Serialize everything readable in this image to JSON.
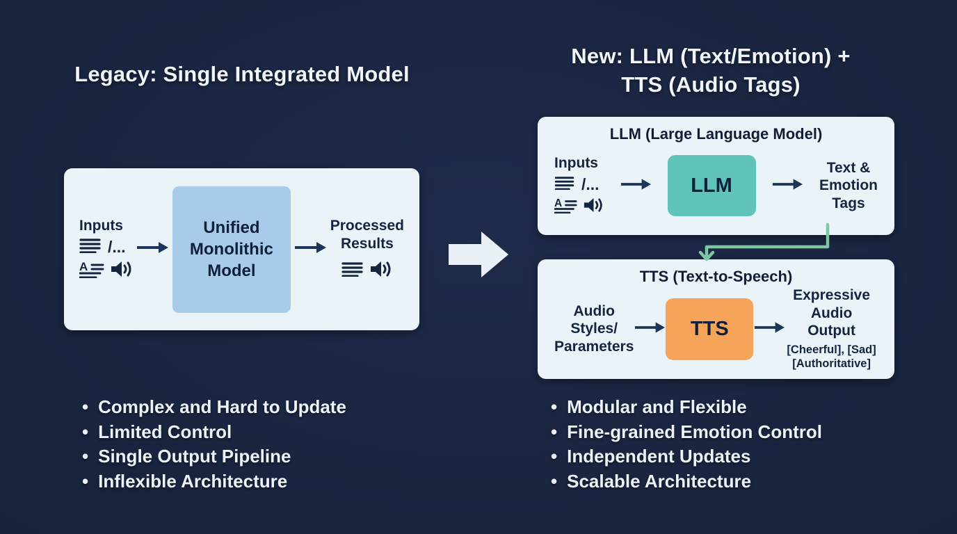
{
  "colors": {
    "background": "#18223c",
    "panel_background": "#eaf3f8",
    "legacy_model_box": "#a8cbe9",
    "llm_box": "#5fc3ba",
    "tts_box": "#f6a45a",
    "dark_navy_text": "#15243f",
    "green_connector": "#7dc7a2",
    "white_transition_arrow": "#e9f1f6",
    "title_text": "#f1f5f9"
  },
  "icons": {
    "text_lines": "text-lines-icon",
    "font_style": "font-style-icon",
    "speaker": "speaker-icon",
    "arrow_right": "arrow-right-icon",
    "transition": "transition-arrow-icon",
    "connector": "connector-arrow-icon"
  },
  "left": {
    "title": "Legacy: Single Integrated Model",
    "panel": {
      "inputs_label": "Inputs",
      "inputs_extra": "/...",
      "model_label": "Unified\nMonolithic\nModel",
      "output_label": "Processed\nResults"
    },
    "bullets": [
      "Complex and Hard to Update",
      "Limited Control",
      "Single Output Pipeline",
      "Inflexible Architecture"
    ]
  },
  "right": {
    "title": "New: LLM (Text/Emotion) +\nTTS (Audio Tags)",
    "llm_panel": {
      "header": "LLM (Large Language Model)",
      "inputs_label": "Inputs",
      "inputs_extra": "/...",
      "model_label": "LLM",
      "output_label": "Text &\nEmotion\nTags"
    },
    "tts_panel": {
      "header": "TTS (Text-to-Speech)",
      "input_label": "Audio\nStyles/\nParameters",
      "model_label": "TTS",
      "output_label": "Expressive\nAudio Output",
      "output_tags": "[Cheerful], [Sad]\n[Authoritative]"
    },
    "bullets": [
      "Modular and Flexible",
      "Fine-grained Emotion Control",
      "Independent Updates",
      "Scalable Architecture"
    ]
  }
}
